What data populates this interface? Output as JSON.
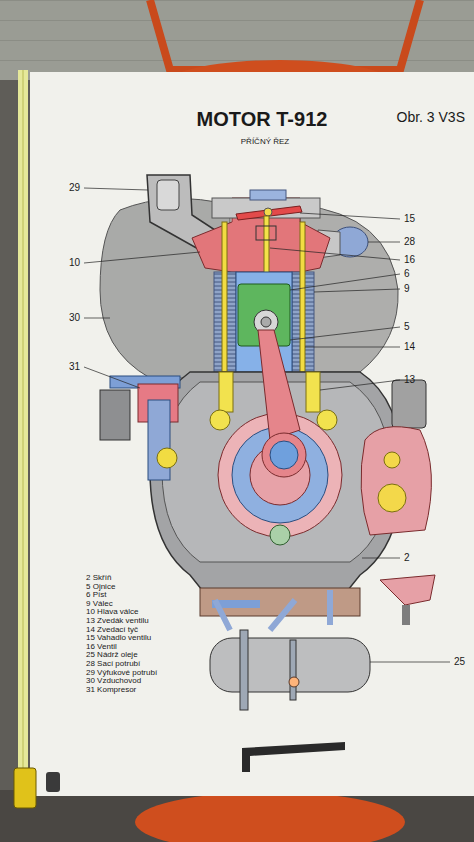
{
  "diagram": {
    "title": "MOTOR T-912",
    "labels": [
      "PŘÍČNÝ ŘEZ",
      "Obr. 3 V3S",
      "29",
      "10",
      "30",
      "31",
      "15",
      "28",
      "16",
      "6",
      "9",
      "5",
      "14",
      "13",
      "2",
      "25",
      "2 Skříň",
      "5 Ojnice",
      "6 Píst",
      "9 Válec",
      "10 Hlava válce",
      "13 Zvedák ventilu",
      "14 Zvedací tyč",
      "15 Vahadlo ventilu",
      "16 Ventil",
      "25 Nádrž oleje",
      "28 Sací potrubí",
      "29 Výfukové potrubí",
      "30 Vzduchovod",
      "31 Kompresor"
    ]
  }
}
